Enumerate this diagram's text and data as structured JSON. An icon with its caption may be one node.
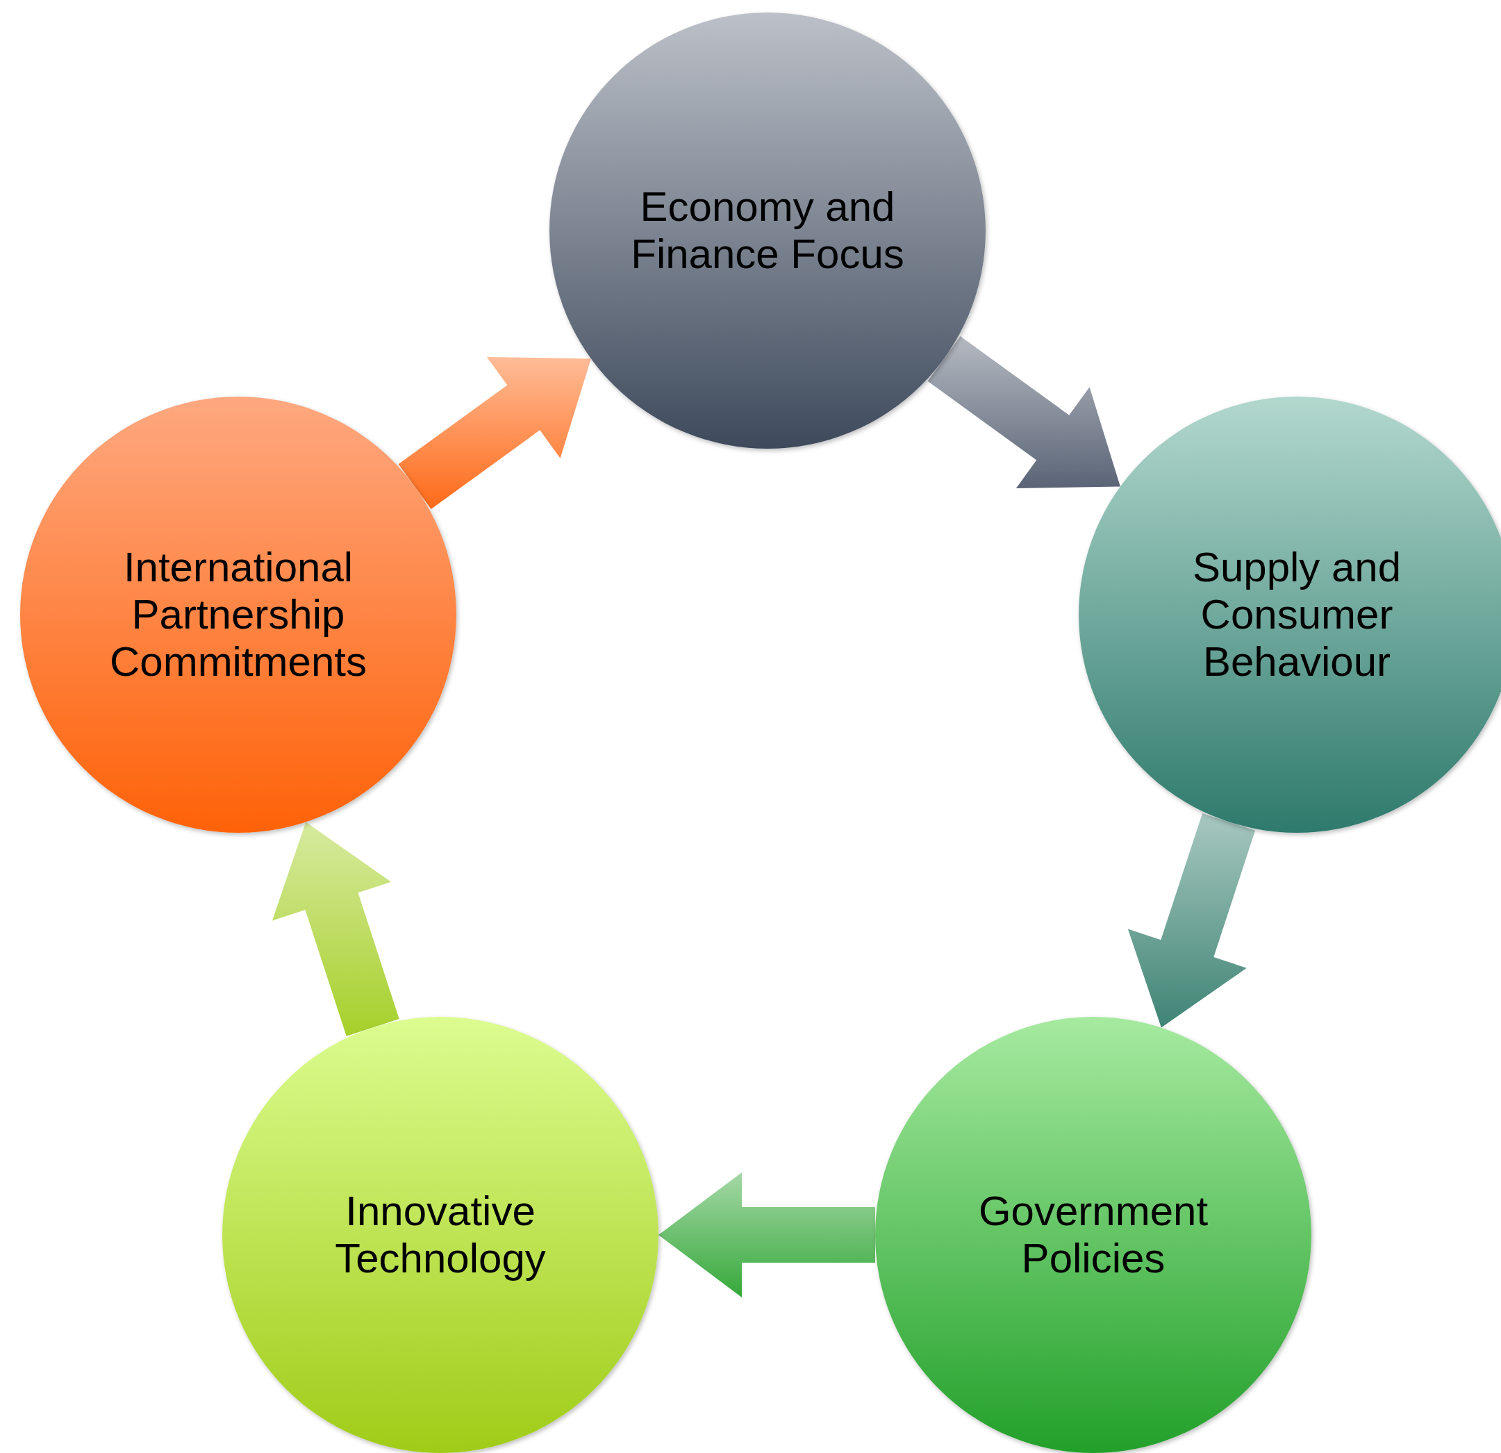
{
  "diagram": {
    "nodes": [
      {
        "text": [
          "Economy and Finance Focus"
        ]
      },
      {
        "text": [
          "Supply and Consumer Behaviour"
        ]
      },
      {
        "text": [
          "Government Policies"
        ]
      },
      {
        "text": [
          "Innovative Technology"
        ]
      },
      {
        "text": [
          "International Partnership Commitments"
        ]
      }
    ],
    "edges": [
      {
        "from": 0,
        "to": 1,
        "arrow": "to",
        "color": "#5a6476"
      },
      {
        "from": 1,
        "to": 2,
        "arrow": "to",
        "color": "#3e8474"
      },
      {
        "from": 2,
        "to": 3,
        "arrow": "to",
        "color": "#36a83a"
      },
      {
        "from": 3,
        "to": 4,
        "arrow": "to",
        "color": "#a6d02a"
      },
      {
        "from": 4,
        "to": 0,
        "arrow": "to",
        "color": "#fe6a18"
      }
    ]
  }
}
